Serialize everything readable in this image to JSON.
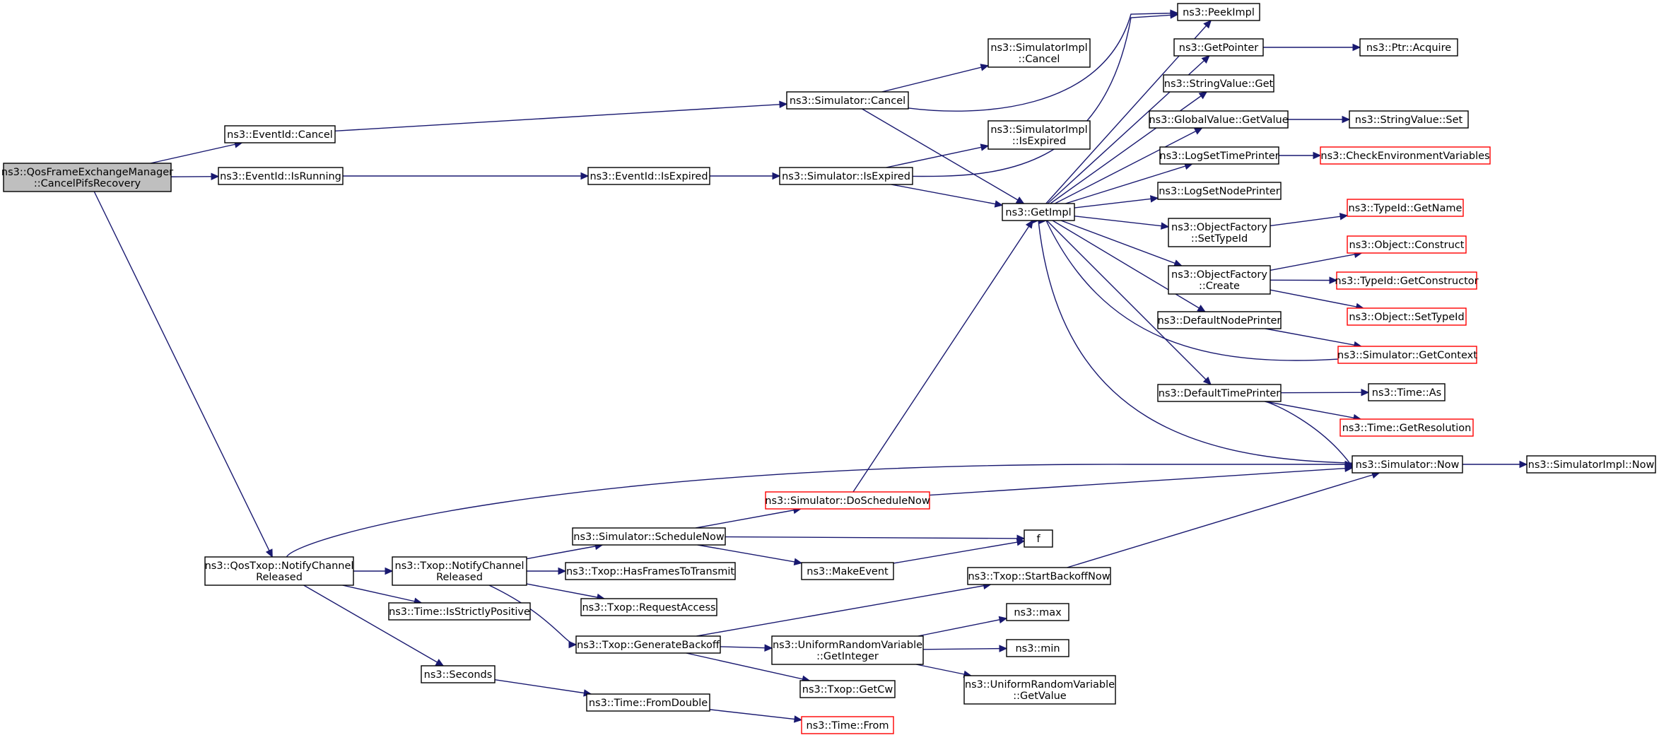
{
  "nodes": [
    {
      "id": "root",
      "lines": [
        "ns3::QosFrameExchangeManager",
        "::CancelPifsRecovery"
      ],
      "style": "root"
    },
    {
      "id": "eventCancel",
      "lines": [
        "ns3::EventId::Cancel"
      ],
      "style": "normal"
    },
    {
      "id": "eventIsRunning",
      "lines": [
        "ns3::EventId::IsRunning"
      ],
      "style": "normal"
    },
    {
      "id": "qosNotify",
      "lines": [
        "ns3::QosTxop::NotifyChannel",
        "Released"
      ],
      "style": "normal"
    },
    {
      "id": "eventIsExpired",
      "lines": [
        "ns3::EventId::IsExpired"
      ],
      "style": "normal"
    },
    {
      "id": "simCancel",
      "lines": [
        "ns3::Simulator::Cancel"
      ],
      "style": "normal"
    },
    {
      "id": "simIsExpired",
      "lines": [
        "ns3::Simulator::IsExpired"
      ],
      "style": "normal"
    },
    {
      "id": "simImplCancel",
      "lines": [
        "ns3::SimulatorImpl",
        "::Cancel"
      ],
      "style": "normal"
    },
    {
      "id": "simImplIsExpired",
      "lines": [
        "ns3::SimulatorImpl",
        "::IsExpired"
      ],
      "style": "normal"
    },
    {
      "id": "getImpl",
      "lines": [
        "ns3::GetImpl"
      ],
      "style": "normal"
    },
    {
      "id": "peekImpl",
      "lines": [
        "ns3::PeekImpl"
      ],
      "style": "normal"
    },
    {
      "id": "getPointer",
      "lines": [
        "ns3::GetPointer"
      ],
      "style": "normal"
    },
    {
      "id": "ptrAcquire",
      "lines": [
        "ns3::Ptr::Acquire"
      ],
      "style": "normal"
    },
    {
      "id": "stringValueGet",
      "lines": [
        "ns3::StringValue::Get"
      ],
      "style": "normal"
    },
    {
      "id": "globalGetValue",
      "lines": [
        "ns3::GlobalValue::GetValue"
      ],
      "style": "normal"
    },
    {
      "id": "stringValueSet",
      "lines": [
        "ns3::StringValue::Set"
      ],
      "style": "normal"
    },
    {
      "id": "logSetTime",
      "lines": [
        "ns3::LogSetTimePrinter"
      ],
      "style": "normal"
    },
    {
      "id": "checkEnv",
      "lines": [
        "ns3::CheckEnvironmentVariables"
      ],
      "style": "red"
    },
    {
      "id": "logSetNode",
      "lines": [
        "ns3::LogSetNodePrinter"
      ],
      "style": "normal"
    },
    {
      "id": "ofSetTypeId",
      "lines": [
        "ns3::ObjectFactory",
        "::SetTypeId"
      ],
      "style": "normal"
    },
    {
      "id": "typeIdGetName",
      "lines": [
        "ns3::TypeId::GetName"
      ],
      "style": "red"
    },
    {
      "id": "ofCreate",
      "lines": [
        "ns3::ObjectFactory",
        "::Create"
      ],
      "style": "normal"
    },
    {
      "id": "objConstruct",
      "lines": [
        "ns3::Object::Construct"
      ],
      "style": "red"
    },
    {
      "id": "typeIdGetCtor",
      "lines": [
        "ns3::TypeId::GetConstructor"
      ],
      "style": "red"
    },
    {
      "id": "objSetTypeId",
      "lines": [
        "ns3::Object::SetTypeId"
      ],
      "style": "red"
    },
    {
      "id": "defNodePrinter",
      "lines": [
        "ns3::DefaultNodePrinter"
      ],
      "style": "normal"
    },
    {
      "id": "simGetContext",
      "lines": [
        "ns3::Simulator::GetContext"
      ],
      "style": "red"
    },
    {
      "id": "defTimePrinter",
      "lines": [
        "ns3::DefaultTimePrinter"
      ],
      "style": "normal"
    },
    {
      "id": "timeAs",
      "lines": [
        "ns3::Time::As"
      ],
      "style": "normal"
    },
    {
      "id": "timeGetRes",
      "lines": [
        "ns3::Time::GetResolution"
      ],
      "style": "red"
    },
    {
      "id": "simNow",
      "lines": [
        "ns3::Simulator::Now"
      ],
      "style": "normal"
    },
    {
      "id": "simImplNow",
      "lines": [
        "ns3::SimulatorImpl::Now"
      ],
      "style": "normal"
    },
    {
      "id": "simDoSchedNow",
      "lines": [
        "ns3::Simulator::DoScheduleNow"
      ],
      "style": "red"
    },
    {
      "id": "simSchedNow",
      "lines": [
        "ns3::Simulator::ScheduleNow"
      ],
      "style": "normal"
    },
    {
      "id": "f",
      "lines": [
        "f"
      ],
      "style": "normal"
    },
    {
      "id": "makeEvent",
      "lines": [
        "ns3::MakeEvent"
      ],
      "style": "normal"
    },
    {
      "id": "txopNotify",
      "lines": [
        "ns3::Txop::NotifyChannel",
        "Released"
      ],
      "style": "normal"
    },
    {
      "id": "hasFrames",
      "lines": [
        "ns3::Txop::HasFramesToTransmit"
      ],
      "style": "normal"
    },
    {
      "id": "requestAccess",
      "lines": [
        "ns3::Txop::RequestAccess"
      ],
      "style": "normal"
    },
    {
      "id": "isStrictlyPos",
      "lines": [
        "ns3::Time::IsStrictlyPositive"
      ],
      "style": "normal"
    },
    {
      "id": "genBackoff",
      "lines": [
        "ns3::Txop::GenerateBackoff"
      ],
      "style": "normal"
    },
    {
      "id": "startBackoff",
      "lines": [
        "ns3::Txop::StartBackoffNow"
      ],
      "style": "normal"
    },
    {
      "id": "urvGetInt",
      "lines": [
        "ns3::UniformRandomVariable",
        "::GetInteger"
      ],
      "style": "normal"
    },
    {
      "id": "max",
      "lines": [
        "ns3::max"
      ],
      "style": "normal"
    },
    {
      "id": "min",
      "lines": [
        "ns3::min"
      ],
      "style": "normal"
    },
    {
      "id": "urvGetValue",
      "lines": [
        "ns3::UniformRandomVariable",
        "::GetValue"
      ],
      "style": "normal"
    },
    {
      "id": "getCw",
      "lines": [
        "ns3::Txop::GetCw"
      ],
      "style": "normal"
    },
    {
      "id": "seconds",
      "lines": [
        "ns3::Seconds"
      ],
      "style": "normal"
    },
    {
      "id": "timeFromDouble",
      "lines": [
        "ns3::Time::FromDouble"
      ],
      "style": "normal"
    },
    {
      "id": "timeFrom",
      "lines": [
        "ns3::Time::From"
      ],
      "style": "red"
    }
  ],
  "colors": {
    "edge": "#191970",
    "red_border": "#ff0000",
    "root_fill": "#bfbfbf"
  }
}
